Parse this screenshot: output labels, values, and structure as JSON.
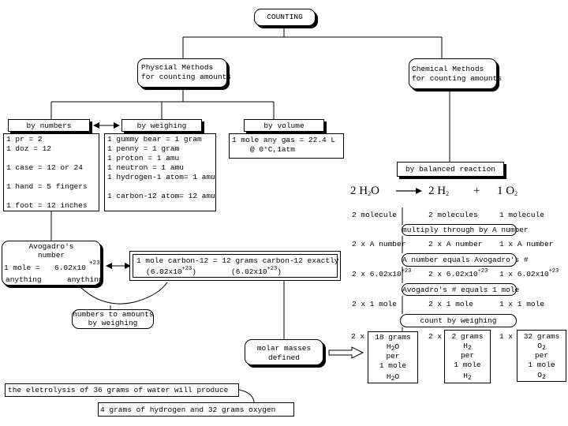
{
  "title": "COUNTING",
  "physical_methods": {
    "line1": "Physcial Methods",
    "line2": "for counting amounts"
  },
  "chemical_methods": {
    "line1": "Chemical Methods",
    "line2": "for counting amounts"
  },
  "by_numbers": {
    "header": "by numbers",
    "rows": [
      "1 pr    = 2",
      "1 doz  = 12",
      "1 case = 12 or 24",
      "1 hand = 5 fingers",
      "1 foot = 12 inches"
    ]
  },
  "by_weighing": {
    "header": "by weighing",
    "rows": [
      "1 gummy bear     = 1 gram",
      "1 penny          = 1 gram",
      "1 proton         = 1 amu",
      "1 neutron        = 1 amu",
      "1 hydrogen-1 atom= 1 amu",
      "1 carbon-12 atom= 12 amu"
    ]
  },
  "by_volume": {
    "header": "by volume",
    "line1": "1 mole any gas = 22.4 L",
    "line2": "@ 0°C,1atm"
  },
  "avogadro": {
    "line1": "Avogadro's",
    "line2": "number",
    "mole_label": "1 mole   =",
    "value": "6.02x10",
    "exp": "+23",
    "left_word": "anything",
    "right_word": "anything"
  },
  "carbon_box": {
    "line1": "1 mole carbon-12 = 12 grams carbon-12 exactly",
    "val": "(6.02x10",
    "exp": "+23",
    "close": ")"
  },
  "numbers_to_amounts": {
    "line1": "numbers to amounts",
    "line2": "by weighing"
  },
  "molar_masses": {
    "line1": "molar masses",
    "line2": "defined"
  },
  "balanced_reaction": "by balanced reaction",
  "equation": {
    "left_coef": "2 H",
    "left_sub": "2",
    "left_tail": "O",
    "right1_coef": "2 H",
    "right1_sub": "2",
    "plus": "+",
    "right2_coef": "1 O",
    "right2_sub": "2"
  },
  "row_molecules": {
    "a": "2 molecule",
    "b": "2 molecules",
    "c": "1 molecule"
  },
  "multiply": "multiply through by A number",
  "row_anumber": {
    "a": "2 x A number",
    "b": "2 x A number",
    "c": "1 x A number"
  },
  "a_number_equals": "A number equals Avogadro's #",
  "row_avogadro": {
    "a": "2 x 6.02x10",
    "b": "2 x 6.02x10",
    "c": "1 x 6.02x10",
    "exp": "+23"
  },
  "avogadro_equals": "Avogadro's # equals 1 mole",
  "row_mole": {
    "a": "2 x 1 mole",
    "b": "2 x 1 mole",
    "c": "1 x 1 mole"
  },
  "count_by_weighing": "count by weighing",
  "mass_boxes": [
    {
      "prefix": "2 x",
      "grams": "18 grams",
      "formula": "H",
      "sub": "2",
      "tail": "O",
      "per": "per",
      "mole": "1 mole"
    },
    {
      "prefix": "2 x",
      "grams": "2 grams",
      "formula": "H",
      "sub": "2",
      "tail": "",
      "per": "per",
      "mole": "1 mole"
    },
    {
      "prefix": "1 x",
      "grams": "32 grams",
      "formula": "O",
      "sub": "2",
      "tail": "",
      "per": "per",
      "mole": "1 mole"
    }
  ],
  "electrolysis": {
    "line1": "the eletrolysis of 36 grams of water will produce",
    "line2": "4 grams of hydrogen and 32 grams oxygen"
  }
}
